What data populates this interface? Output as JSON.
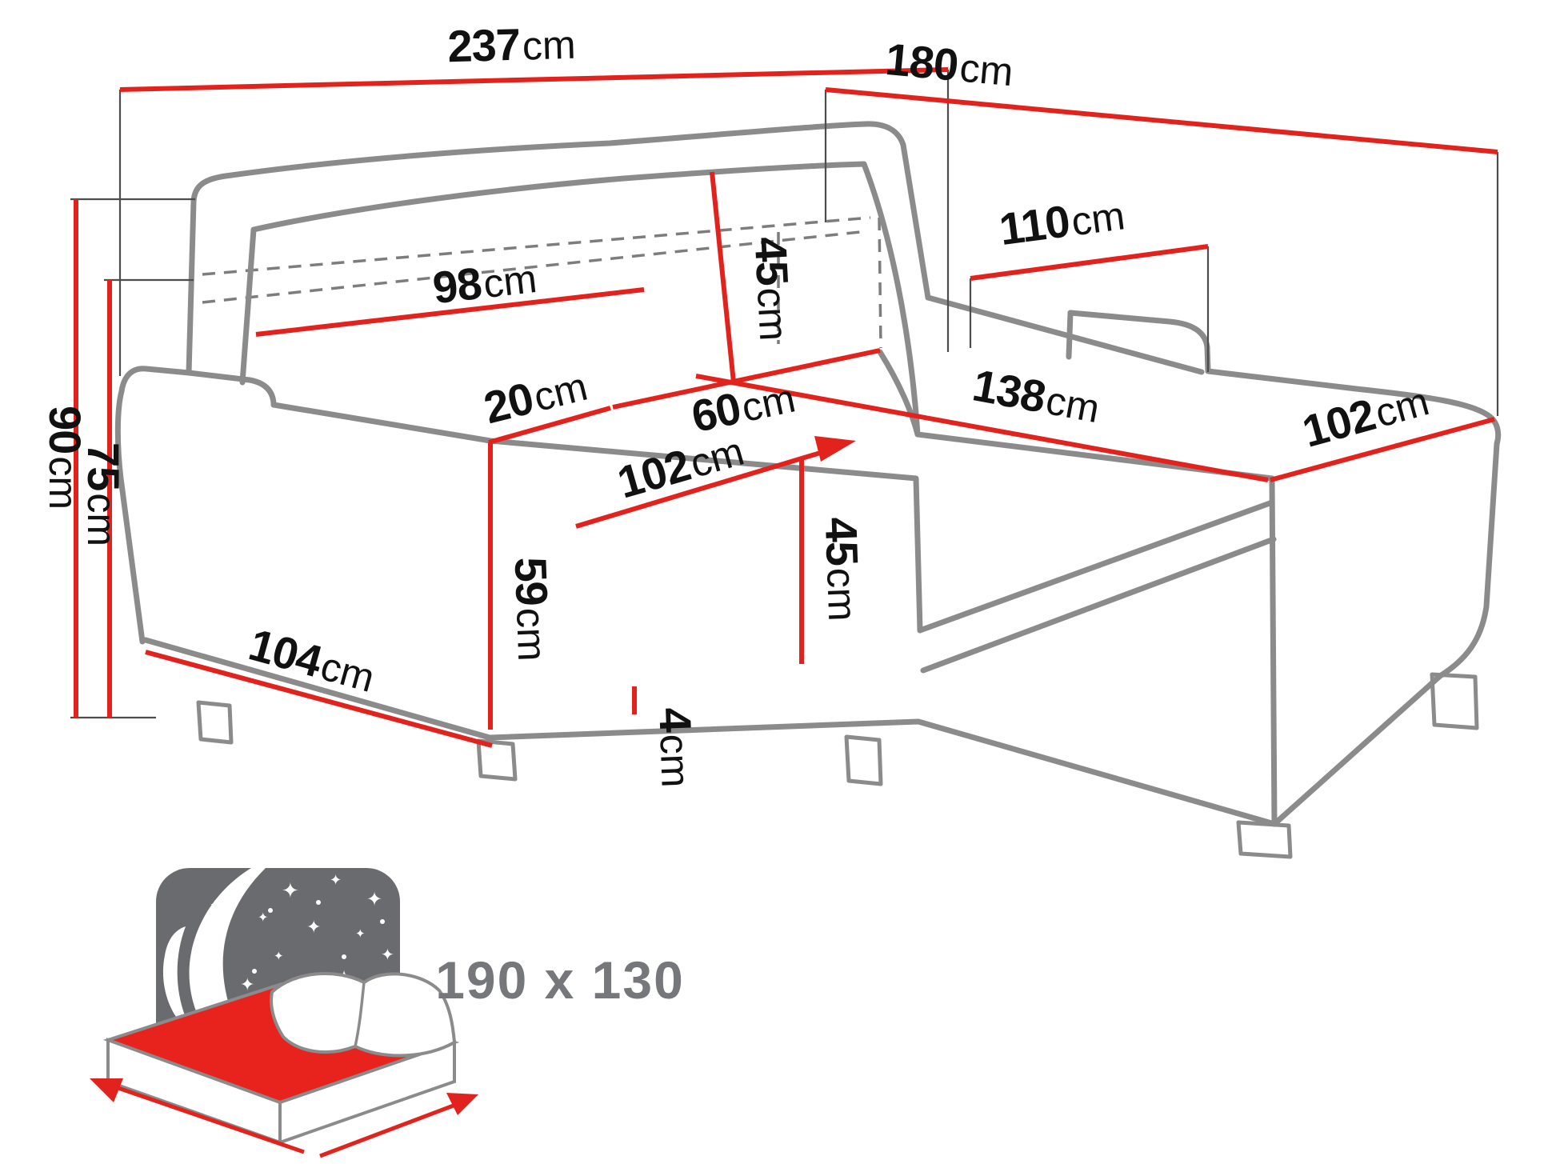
{
  "title": "Corner sofa-bed dimension diagram",
  "colors": {
    "dimension_line": "#e2231d",
    "sofa_outline": "#8b8b8b",
    "label_text": "#111111",
    "icon_gray": "#6a6b6e",
    "bed_mattress_red": "#e8231d",
    "bedsize_text": "#76777a"
  },
  "dims": {
    "overall_width": {
      "v": "237",
      "u": "cm"
    },
    "overall_depth": {
      "v": "180",
      "u": "cm"
    },
    "chaise_back_width": {
      "v": "110",
      "u": "cm"
    },
    "backrest_width": {
      "v": "98",
      "u": "cm"
    },
    "backrest_height": {
      "v": "45",
      "u": "cm"
    },
    "armrest_width": {
      "v": "20",
      "u": "cm"
    },
    "corner_seat_depth": {
      "v": "60",
      "u": "cm"
    },
    "chaise_length": {
      "v": "138",
      "u": "cm"
    },
    "chaise_width": {
      "v": "102",
      "u": "cm"
    },
    "seat_width": {
      "v": "102",
      "u": "cm"
    },
    "front_height": {
      "v": "59",
      "u": "cm"
    },
    "seat_height": {
      "v": "45",
      "u": "cm"
    },
    "total_height": {
      "v": "90",
      "u": "cm"
    },
    "back_section_height": {
      "v": "75",
      "u": "cm"
    },
    "side_depth": {
      "v": "104",
      "u": "cm"
    },
    "leg_height": {
      "v": "4",
      "u": "cm"
    }
  },
  "sleep_function": {
    "bed_size": "190 x 130"
  }
}
